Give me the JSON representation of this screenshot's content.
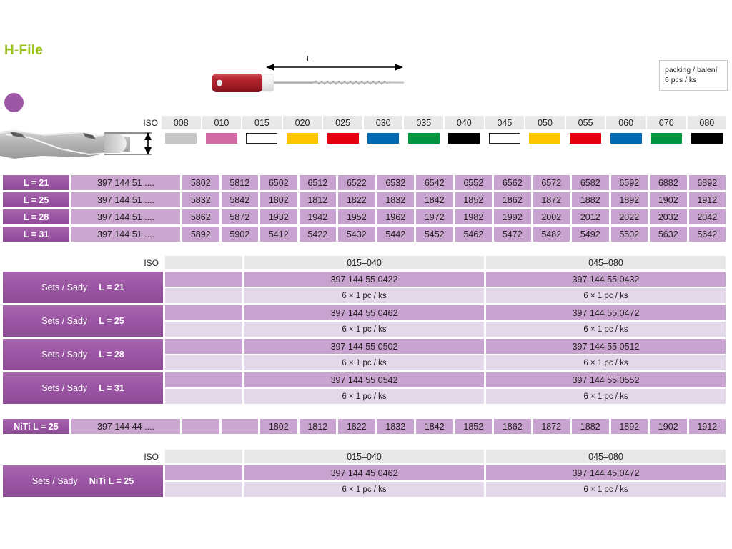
{
  "page": {
    "title": "H-File",
    "accent_green": "#9ac21c",
    "dot_color": "#9c57a4"
  },
  "packing": {
    "line1": "packing / balení",
    "line2": "6 pcs / ks"
  },
  "diagram": {
    "length_label": "L",
    "handle_color": "#b5252f",
    "collar_color": "#f2f2f2",
    "shaft_color": "#b8b8b8",
    "tip_color": "#b3b3b3"
  },
  "iso": {
    "label": "ISO",
    "sizes": [
      "008",
      "010",
      "015",
      "020",
      "025",
      "030",
      "035",
      "040",
      "045",
      "050",
      "055",
      "060",
      "070",
      "080"
    ],
    "colors": [
      "#c6c6c6",
      "#d26aa4",
      "#ffffff",
      "#fdc500",
      "#e3000f",
      "#0069b4",
      "#009640",
      "#000000",
      "#ffffff",
      "#fdc500",
      "#e3000f",
      "#0069b4",
      "#009640",
      "#000000"
    ],
    "outlined": [
      false,
      false,
      true,
      false,
      false,
      false,
      false,
      false,
      true,
      false,
      false,
      false,
      false,
      false
    ]
  },
  "main_table": {
    "rows": [
      {
        "length": "L = 21",
        "article": "397 144 51 ....",
        "codes": [
          "5802",
          "5812",
          "6502",
          "6512",
          "6522",
          "6532",
          "6542",
          "6552",
          "6562",
          "6572",
          "6582",
          "6592",
          "6882",
          "6892"
        ]
      },
      {
        "length": "L = 25",
        "article": "397 144 51 ....",
        "codes": [
          "5832",
          "5842",
          "1802",
          "1812",
          "1822",
          "1832",
          "1842",
          "1852",
          "1862",
          "1872",
          "1882",
          "1892",
          "1902",
          "1912"
        ]
      },
      {
        "length": "L = 28",
        "article": "397 144 51 ....",
        "codes": [
          "5862",
          "5872",
          "1932",
          "1942",
          "1952",
          "1962",
          "1972",
          "1982",
          "1992",
          "2002",
          "2012",
          "2022",
          "2032",
          "2042"
        ]
      },
      {
        "length": "L = 31",
        "article": "397 144 51 ....",
        "codes": [
          "5892",
          "5902",
          "5412",
          "5422",
          "5432",
          "5442",
          "5452",
          "5462",
          "5472",
          "5482",
          "5492",
          "5502",
          "5632",
          "5642"
        ]
      }
    ]
  },
  "sets": {
    "iso_label": "ISO",
    "range_left": "015–040",
    "range_right": "045–080",
    "sets_word": "Sets / Sady",
    "rows": [
      {
        "length": "L = 21",
        "left_article": "397 144 55 0422",
        "left_packing": "6 × 1 pc / ks",
        "right_article": "397 144 55 0432",
        "right_packing": "6 × 1 pc / ks"
      },
      {
        "length": "L = 25",
        "left_article": "397 144 55 0462",
        "left_packing": "6 × 1 pc / ks",
        "right_article": "397 144 55 0472",
        "right_packing": "6 × 1 pc / ks"
      },
      {
        "length": "L = 28",
        "left_article": "397 144 55 0502",
        "left_packing": "6 × 1 pc / ks",
        "right_article": "397 144 55 0512",
        "right_packing": "6 × 1 pc / ks"
      },
      {
        "length": "L = 31",
        "left_article": "397 144 55 0542",
        "left_packing": "6 × 1 pc / ks",
        "right_article": "397 144 55 0552",
        "right_packing": "6 × 1 pc / ks"
      }
    ]
  },
  "niti": {
    "length": "NiTi  L = 25",
    "article": "397 144 44 ....",
    "codes": [
      "",
      "",
      "1802",
      "1812",
      "1822",
      "1832",
      "1842",
      "1852",
      "1862",
      "1872",
      "1882",
      "1892",
      "1902",
      "1912"
    ]
  },
  "niti_sets": {
    "iso_label": "ISO",
    "range_left": "015–040",
    "range_right": "045–080",
    "sets_word": "Sets / Sady",
    "length": "NiTi  L = 25",
    "left_article": "397 144 45 0462",
    "left_packing": "6 × 1 pc / ks",
    "right_article": "397 144 45 0472",
    "right_packing": "6 × 1 pc / ks"
  }
}
